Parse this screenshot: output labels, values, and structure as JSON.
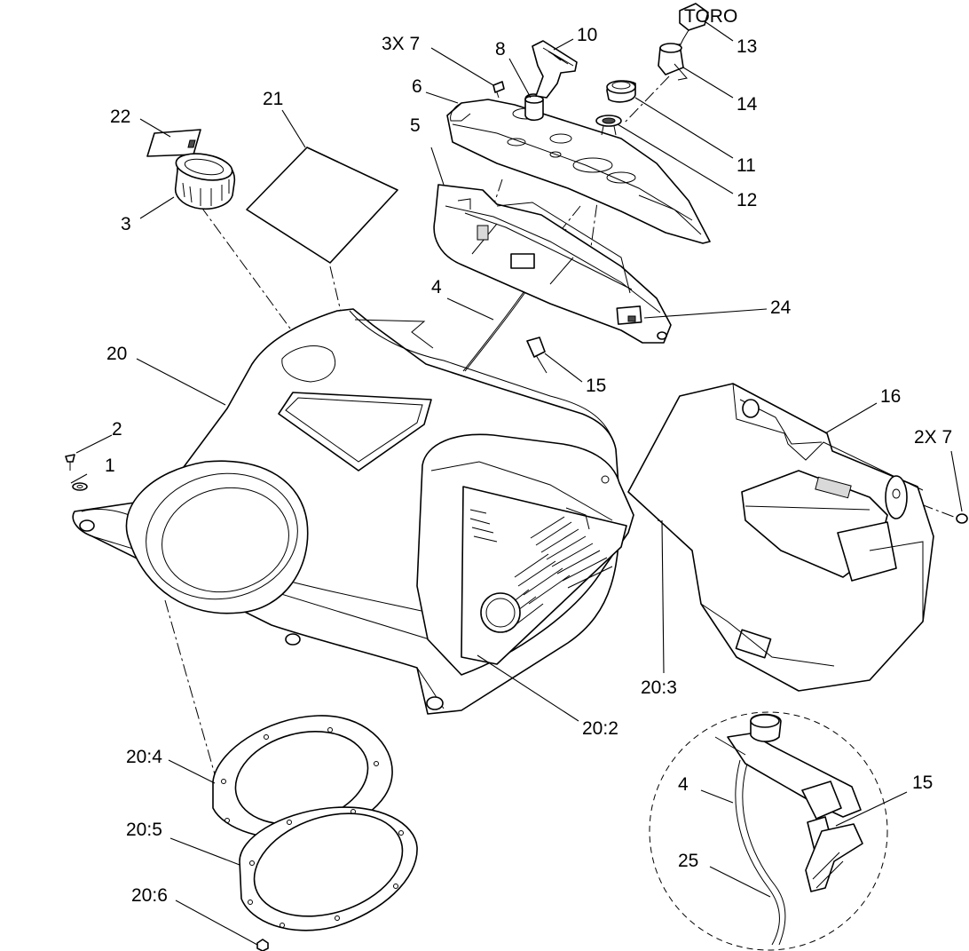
{
  "diagram": {
    "callouts": {
      "c1": "1",
      "c2": "2",
      "c3": "3",
      "c3x7": "3X 7",
      "c4": "4",
      "c4b": "4",
      "c5": "5",
      "c6": "6",
      "c8": "8",
      "c10": "10",
      "c11": "11",
      "c12": "12",
      "c13": "13",
      "c14": "14",
      "c15": "15",
      "c15b": "15",
      "c16": "16",
      "c2x7": "2X 7",
      "c20": "20",
      "c20_2": "20:2",
      "c20_3": "20:3",
      "c20_4": "20:4",
      "c20_5": "20:5",
      "c20_6": "20:6",
      "c21": "21",
      "c22": "22",
      "c24": "24",
      "c25": "25"
    },
    "key_label": "TORO"
  }
}
